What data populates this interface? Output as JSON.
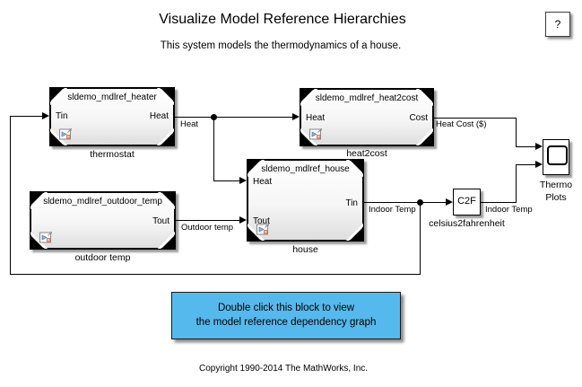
{
  "header": {
    "title": "Visualize Model Reference Hierarchies",
    "subtitle": "This system models the thermodynamics of a house.",
    "help_label": "?"
  },
  "blocks": {
    "thermostat": {
      "ref_name": "sldemo_mdlref_heater",
      "caption": "thermostat",
      "port_in": "Tin",
      "port_out": "Heat"
    },
    "heat2cost": {
      "ref_name": "sldemo_mdlref_heat2cost",
      "caption": "heat2cost",
      "port_in": "Heat",
      "port_out": "Cost"
    },
    "house": {
      "ref_name": "sldemo_mdlref_house",
      "caption": "house",
      "port_in1": "Heat",
      "port_in2": "Tout",
      "port_out": "Tin"
    },
    "outdoor_temp": {
      "ref_name": "sldemo_mdlref_outdoor_temp",
      "caption": "outdoor temp",
      "port_out": "Tout"
    },
    "c2f": {
      "label": "C2F",
      "caption": "celsius2fahrenheit"
    },
    "scope": {
      "caption_line1": "Thermo",
      "caption_line2": "Plots"
    }
  },
  "signal_labels": {
    "heat": "Heat",
    "heat_cost": "Heat Cost ($)",
    "outdoor_temp": "Outdoor temp",
    "indoor_temp_house": "Indoor Temp",
    "indoor_temp_c2f": "Indoor Temp"
  },
  "annotation_block": {
    "line1": "Double click this block to view",
    "line2": "the model reference dependency graph",
    "bg_color": "#55b9ee"
  },
  "footer": {
    "copyright": "Copyright 1990-2014 The MathWorks, Inc."
  }
}
